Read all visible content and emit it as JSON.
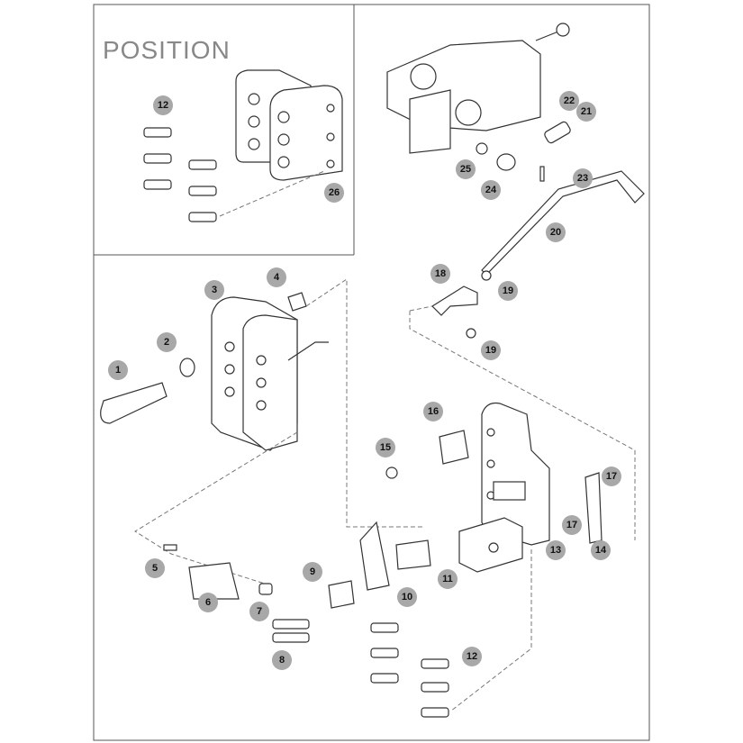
{
  "inset_title": "POSITION",
  "callouts": [
    {
      "label": "12"
    },
    {
      "label": "26"
    },
    {
      "label": "22"
    },
    {
      "label": "21"
    },
    {
      "label": "25"
    },
    {
      "label": "24"
    },
    {
      "label": "23"
    },
    {
      "label": "20"
    },
    {
      "label": "18"
    },
    {
      "label": "19"
    },
    {
      "label": "19"
    },
    {
      "label": "4"
    },
    {
      "label": "3"
    },
    {
      "label": "2"
    },
    {
      "label": "1"
    },
    {
      "label": "16"
    },
    {
      "label": "15"
    },
    {
      "label": "17"
    },
    {
      "label": "17"
    },
    {
      "label": "14"
    },
    {
      "label": "13"
    },
    {
      "label": "5"
    },
    {
      "label": "6"
    },
    {
      "label": "7"
    },
    {
      "label": "9"
    },
    {
      "label": "10"
    },
    {
      "label": "11"
    },
    {
      "label": "8"
    },
    {
      "label": "12"
    }
  ],
  "colors": {
    "callout": "#a8a8a8",
    "line": "#333333"
  }
}
